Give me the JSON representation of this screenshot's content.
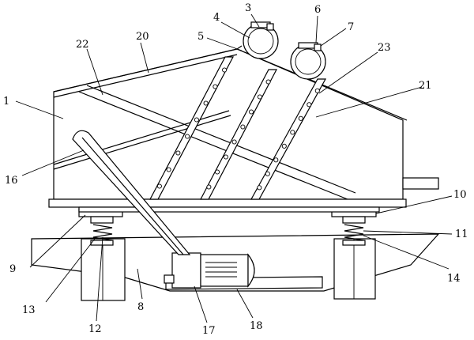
{
  "figure": {
    "labels": [
      "1",
      "3",
      "4",
      "5",
      "6",
      "7",
      "8",
      "9",
      "10",
      "11",
      "12",
      "13",
      "14",
      "16",
      "17",
      "18",
      "20",
      "21",
      "22",
      "23"
    ]
  }
}
